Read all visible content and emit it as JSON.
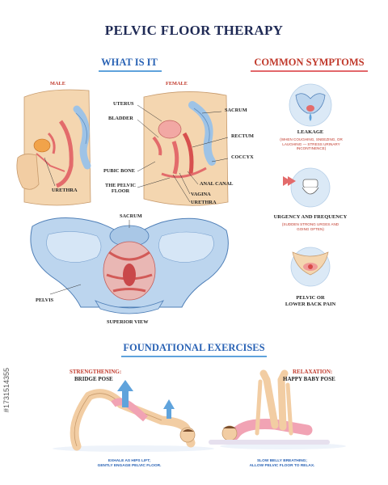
{
  "title": "PELVIC FLOOR THERAPY",
  "sections": {
    "what_is_it": "WHAT IS IT",
    "common_symptoms": "COMMON SYMPTOMS",
    "foundational_exercises": "FOUNDATIONAL EXERCISES"
  },
  "anatomy": {
    "male_label": "MALE",
    "female_label": "FEMALE",
    "male_parts": {
      "urethra": "URETHRA"
    },
    "female_parts": {
      "uterus": "UTERUS",
      "bladder": "BLADDER",
      "pubic_bone": "PUBIC BONE",
      "pelvic_floor": "THE PELVIC\nFLOOR",
      "sacrum": "SACRUM",
      "rectum": "RECTUM",
      "coccyx": "COCCYX",
      "anal_canal": "ANAL CANAL",
      "vagina": "VAGINA",
      "urethra": "URETHRA"
    },
    "superior": {
      "sacrum": "SACRUM",
      "pelvis": "PELVIS",
      "view_caption": "SUPERIOR VIEW"
    }
  },
  "symptoms": [
    {
      "title": "LEAKAGE",
      "detail": "(WHEN COUGHING, SNEEZING, OR\nLAUGHING — STRESS URINARY\nINCONTINENCE)"
    },
    {
      "title": "URGENCY AND FREQUENCY",
      "detail": "(SUDDEN STRONG URGES AND\nGOING OFTEN)"
    },
    {
      "title": "PELVIC OR\nLOWER BACK PAIN",
      "detail": ""
    }
  ],
  "exercises": [
    {
      "category": "STRENGTHENING:",
      "name": "BRIDGE POSE",
      "note": "EXHALE AS HIPS LIFT;\nGENTLY ENGAGE PELVIC FLOOR."
    },
    {
      "category": "RELAXATION:",
      "name": "HAPPY BABY POSE",
      "note": "SLOW BELLY BREATHING;\nALLOW PELVIC FLOOR TO RELAX."
    }
  ],
  "watermark": "#1731514355",
  "colors": {
    "title": "#1f2a55",
    "section_blue": "#2a63b5",
    "section_red": "#c0392b",
    "bone": "#b9d2ec",
    "skin": "#f4d6b0",
    "muscle": "#e36b6b",
    "symptom_circle": "#dbe9f6"
  }
}
